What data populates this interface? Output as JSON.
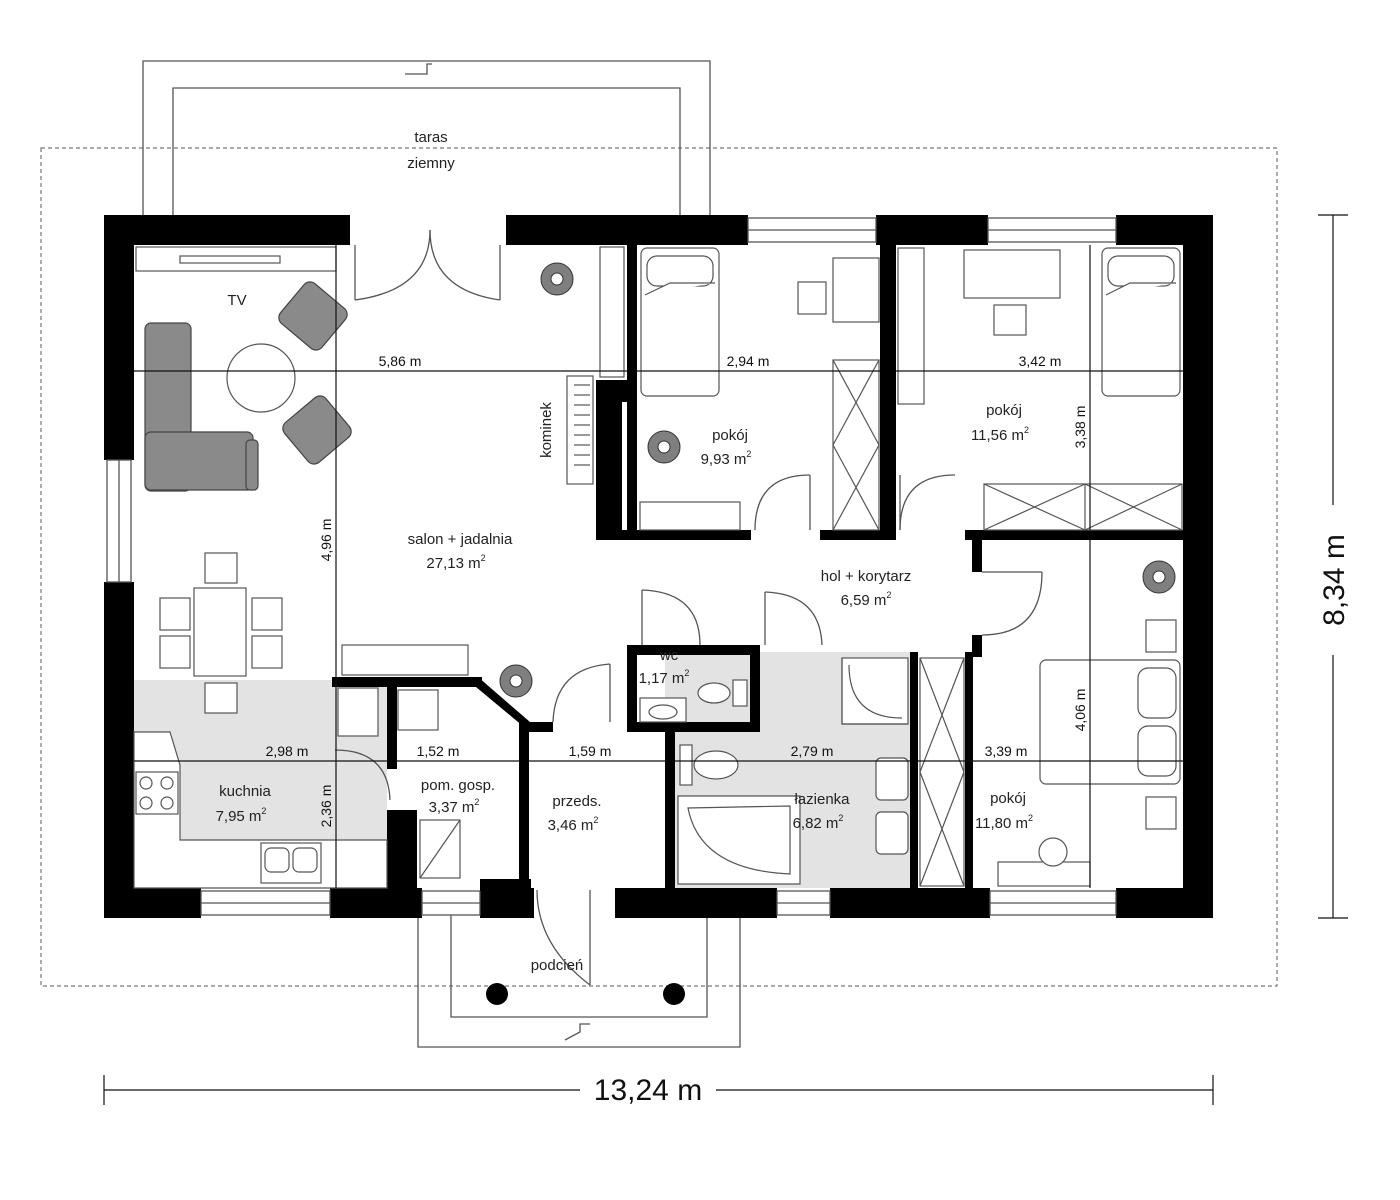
{
  "terrace": {
    "line1": "taras",
    "line2": "ziemny"
  },
  "porch": "podcień",
  "tv": "TV",
  "fireplace": "kominek",
  "rooms": {
    "salon": {
      "name": "salon + jadalnia",
      "area": "27,13 m",
      "sup": "2"
    },
    "pokoj1": {
      "name": "pokój",
      "area": "9,93 m",
      "sup": "2"
    },
    "pokoj2": {
      "name": "pokój",
      "area": "11,56 m",
      "sup": "2"
    },
    "pokoj3": {
      "name": "pokój",
      "area": "11,80 m",
      "sup": "2"
    },
    "hol": {
      "name": "hol + korytarz",
      "area": "6,59 m",
      "sup": "2"
    },
    "wc": {
      "name": "wc",
      "area": "1,17 m",
      "sup": "2"
    },
    "kuchnia": {
      "name": "kuchnia",
      "area": "7,95 m",
      "sup": "2"
    },
    "gosp": {
      "name": "pom. gosp.",
      "area": "3,37 m",
      "sup": "2"
    },
    "przeds": {
      "name": "przeds.",
      "area": "3,46 m",
      "sup": "2"
    },
    "lazienka": {
      "name": "łazienka",
      "area": "6,82 m",
      "sup": "2"
    }
  },
  "dims": {
    "salon_w": "5,86 m",
    "pokoj1_w": "2,94 m",
    "pokoj2_w": "3,42 m",
    "pokoj2_h": "3,38 m",
    "salon_h": "4,96 m",
    "kuchnia_w": "2,98 m",
    "kuchnia_h": "2,36 m",
    "gosp_w": "1,52 m",
    "przeds_w": "1,59 m",
    "lazienka_w": "2,79 m",
    "pokoj3_w": "3,39 m",
    "pokoj3_h": "4,06 m",
    "total_w": "13,24 m",
    "total_h": "8,34 m"
  }
}
